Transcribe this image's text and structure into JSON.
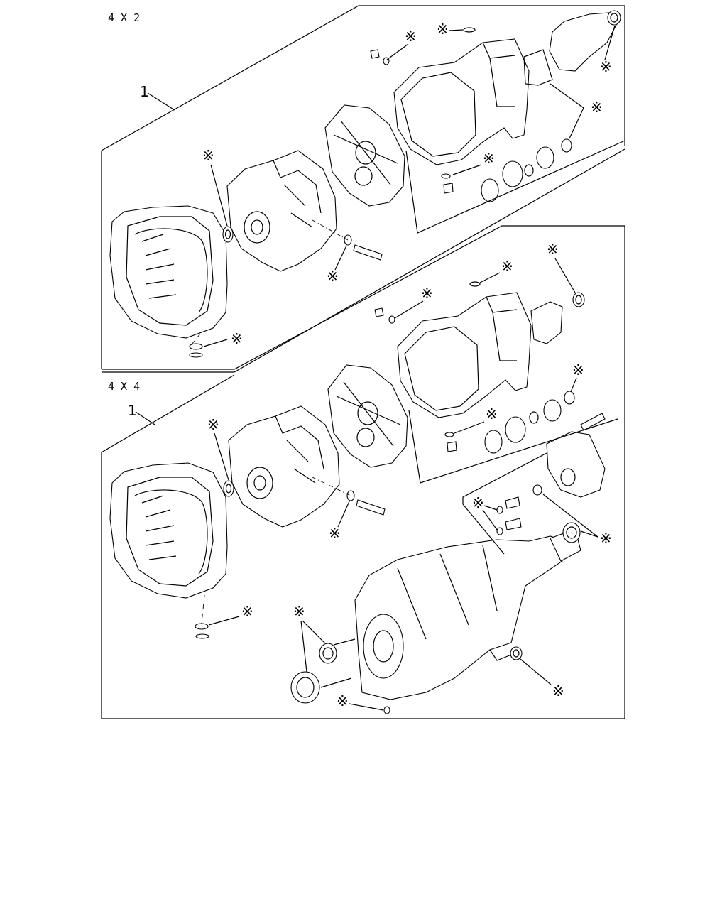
{
  "sections": [
    {
      "label": "4 X 2",
      "callout": "1"
    },
    {
      "label": "4 X 4",
      "callout": "1"
    }
  ],
  "marker_glyph": "※",
  "colors": {
    "line": "#000000",
    "background": "#ffffff"
  }
}
